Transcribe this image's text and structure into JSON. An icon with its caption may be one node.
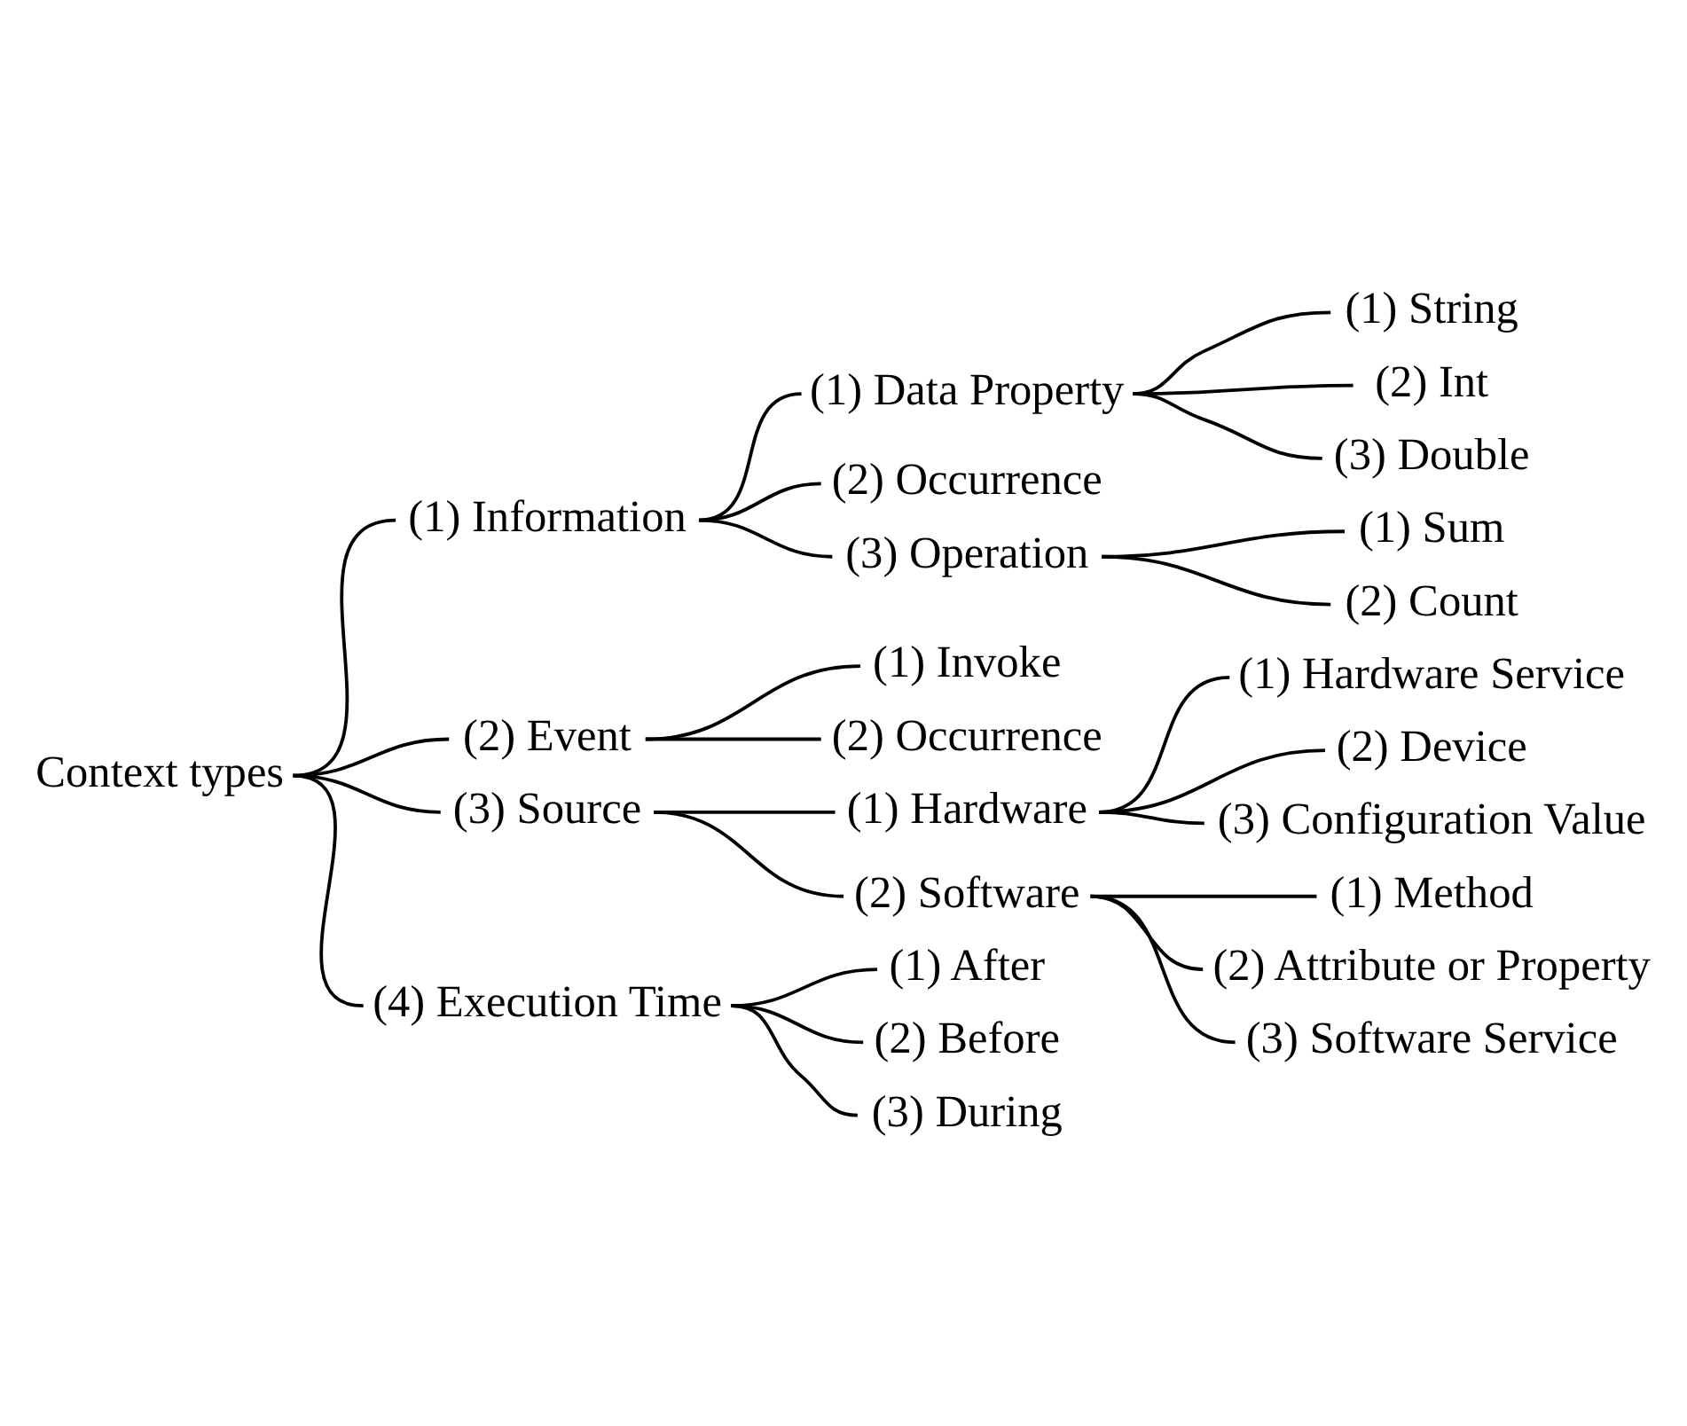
{
  "diagram": {
    "nodes": [
      {
        "text": [
          "Context types"
        ]
      },
      {
        "text": [
          "(1) Information"
        ]
      },
      {
        "text": [
          "(1) Data Property"
        ]
      },
      {
        "text": [
          "(1) String"
        ]
      },
      {
        "text": [
          "(2) Int"
        ]
      },
      {
        "text": [
          "(3) Double"
        ]
      },
      {
        "text": [
          "(2) Occurrence"
        ]
      },
      {
        "text": [
          "(3) Operation"
        ]
      },
      {
        "text": [
          "(1) Sum"
        ]
      },
      {
        "text": [
          "(2) Count"
        ]
      },
      {
        "text": [
          "(2) Event"
        ]
      },
      {
        "text": [
          "(1) Invoke"
        ]
      },
      {
        "text": [
          "(2) Occurrence"
        ]
      },
      {
        "text": [
          "(3) Source"
        ]
      },
      {
        "text": [
          "(1) Hardware"
        ]
      },
      {
        "text": [
          "(1) Hardware Service"
        ]
      },
      {
        "text": [
          "(2) Device"
        ]
      },
      {
        "text": [
          "(3) Configuration Value"
        ]
      },
      {
        "text": [
          "(2) Software"
        ]
      },
      {
        "text": [
          "(1) Method"
        ]
      },
      {
        "text": [
          "(2) Attribute or Property"
        ]
      },
      {
        "text": [
          "(3) Software Service"
        ]
      },
      {
        "text": [
          "(4) Execution Time"
        ]
      },
      {
        "text": [
          "(1) After"
        ]
      },
      {
        "text": [
          "(2) Before"
        ]
      },
      {
        "text": [
          "(3) During"
        ]
      }
    ],
    "edges": [
      {
        "from": 0,
        "to": 1,
        "arrow": "none"
      },
      {
        "from": 0,
        "to": 10,
        "arrow": "none"
      },
      {
        "from": 0,
        "to": 13,
        "arrow": "none"
      },
      {
        "from": 0,
        "to": 22,
        "arrow": "none"
      },
      {
        "from": 1,
        "to": 2,
        "arrow": "none"
      },
      {
        "from": 1,
        "to": 6,
        "arrow": "none"
      },
      {
        "from": 1,
        "to": 7,
        "arrow": "none"
      },
      {
        "from": 2,
        "to": 3,
        "arrow": "none"
      },
      {
        "from": 2,
        "to": 4,
        "arrow": "none"
      },
      {
        "from": 2,
        "to": 5,
        "arrow": "none"
      },
      {
        "from": 7,
        "to": 8,
        "arrow": "none"
      },
      {
        "from": 7,
        "to": 9,
        "arrow": "none"
      },
      {
        "from": 10,
        "to": 11,
        "arrow": "none"
      },
      {
        "from": 10,
        "to": 12,
        "arrow": "none"
      },
      {
        "from": 13,
        "to": 14,
        "arrow": "none"
      },
      {
        "from": 13,
        "to": 18,
        "arrow": "none"
      },
      {
        "from": 14,
        "to": 15,
        "arrow": "none"
      },
      {
        "from": 14,
        "to": 16,
        "arrow": "none"
      },
      {
        "from": 14,
        "to": 17,
        "arrow": "none"
      },
      {
        "from": 18,
        "to": 19,
        "arrow": "none"
      },
      {
        "from": 18,
        "to": 20,
        "arrow": "none"
      },
      {
        "from": 18,
        "to": 21,
        "arrow": "none"
      },
      {
        "from": 22,
        "to": 23,
        "arrow": "none"
      },
      {
        "from": 22,
        "to": 24,
        "arrow": "none"
      },
      {
        "from": 22,
        "to": 25,
        "arrow": "none"
      }
    ]
  }
}
